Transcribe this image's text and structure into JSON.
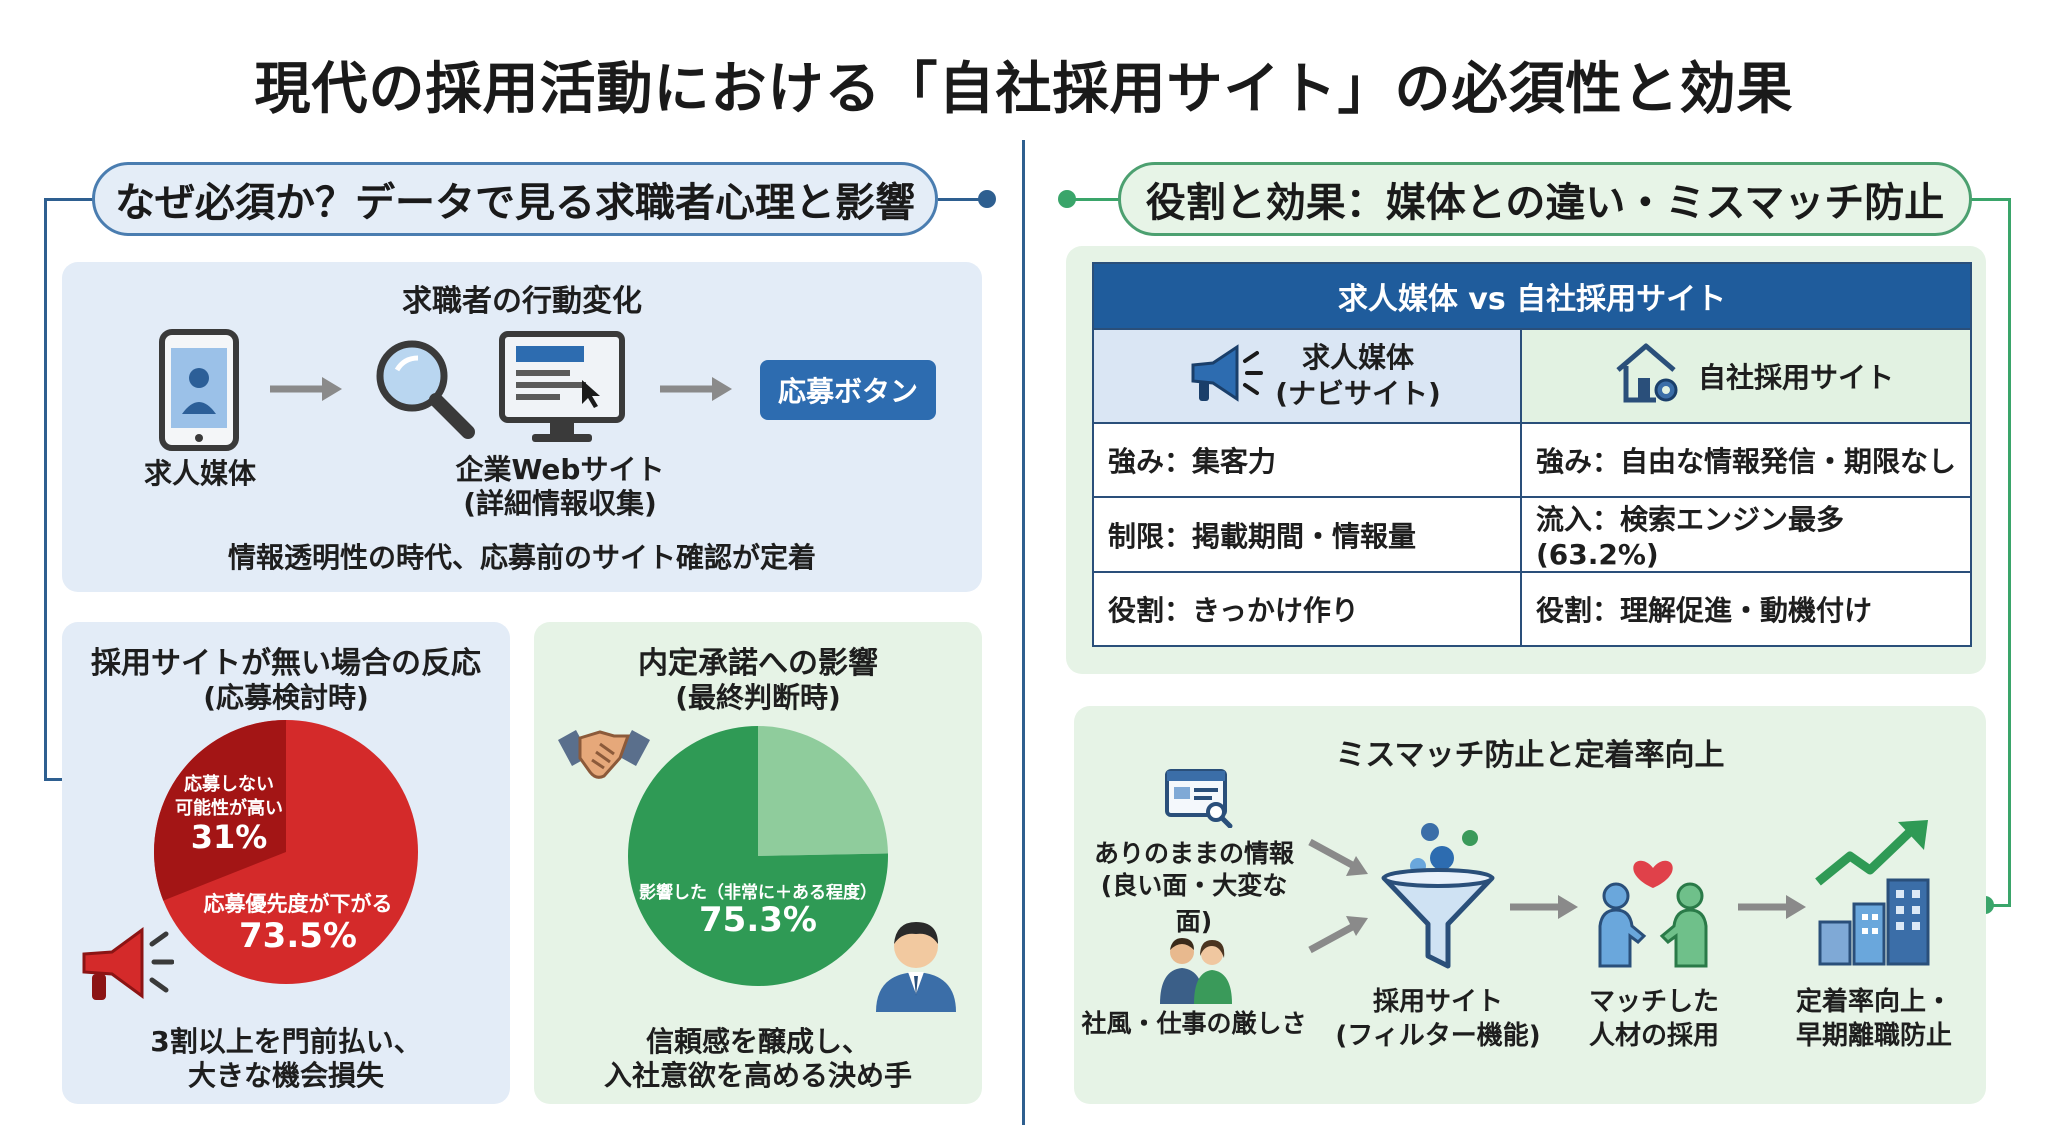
{
  "title": "現代の採用活動における「自社採用サイト」の必須性と効果",
  "left": {
    "header": "なぜ必須か？データで見る求職者心理と影響",
    "behavior": {
      "title": "求職者の行動変化",
      "step1": "求人媒体",
      "step2_line1": "企業Webサイト",
      "step2_line2": "(詳細情報収集)",
      "button": "応募ボタン",
      "caption": "情報透明性の時代、応募前のサイト確認が定着"
    },
    "reaction": {
      "title_line1": "採用サイトが無い場合の反応",
      "title_line2": "(応募検討時)",
      "slice1_label_line1": "応募しない",
      "slice1_label_line2": "可能性が高い",
      "slice1_value": "31%",
      "slice2_label": "応募優先度が下がる",
      "slice2_value": "73.5%",
      "caption_line1": "3割以上を門前払い、",
      "caption_line2": "大きな機会損失"
    },
    "offer": {
      "title_line1": "内定承諾への影響",
      "title_line2": "(最終判断時)",
      "slice_label": "影響した（非常に＋ある程度）",
      "slice_value": "75.3%",
      "caption_line1": "信頼感を醸成し、",
      "caption_line2": "入社意欲を高める決め手"
    }
  },
  "right": {
    "header": "役割と効果：媒体との違い・ミスマッチ防止",
    "table": {
      "title": "求人媒体 vs 自社採用サイト",
      "col1_line1": "求人媒体",
      "col1_line2": "(ナビサイト)",
      "col2": "自社採用サイト",
      "rows": [
        [
          "強み：集客力",
          "強み：自由な情報発信・期限なし"
        ],
        [
          "制限：掲載期間・情報量",
          "流入：検索エンジン最多 (63.2%)"
        ],
        [
          "役割：きっかけ作り",
          "役割：理解促進・動機付け"
        ]
      ]
    },
    "flow": {
      "title": "ミスマッチ防止と定着率向上",
      "input1_line1": "ありのままの情報",
      "input1_line2": "(良い面・大変な面)",
      "input2": "社風・仕事の厳しさ",
      "filter_line1": "採用サイト",
      "filter_line2": "(フィルター機能)",
      "match_line1": "マッチした",
      "match_line2": "人材の採用",
      "result_line1": "定着率向上・",
      "result_line2": "早期離職防止"
    }
  },
  "chart_data": [
    {
      "type": "pie",
      "title": "採用サイトが無い場合の反応 (応募検討時)",
      "slices": [
        {
          "label": "応募しない可能性が高い",
          "value": 31,
          "color": "#a31515"
        },
        {
          "label": "応募優先度が下がる",
          "value": 73.5,
          "color": "#d42a2a"
        }
      ]
    },
    {
      "type": "pie",
      "title": "内定承諾への影響 (最終判断時)",
      "slices": [
        {
          "label": "影響した（非常に＋ある程度）",
          "value": 75.3,
          "color": "#2f9a55"
        },
        {
          "label": "",
          "value": 24.7,
          "color": "#8fcc9c"
        }
      ]
    }
  ]
}
